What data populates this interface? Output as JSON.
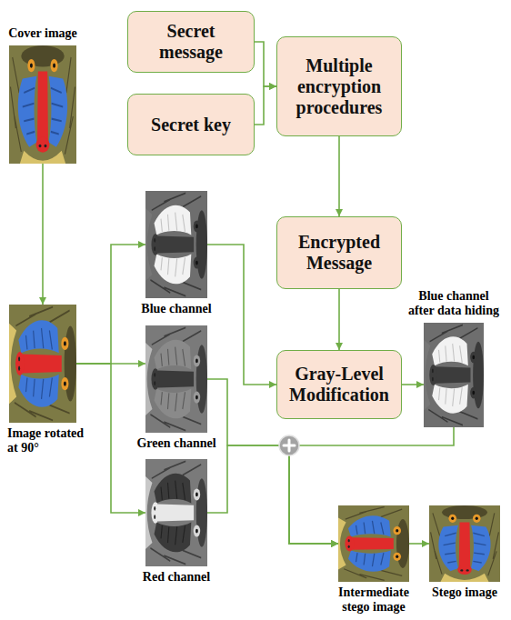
{
  "diagram": {
    "nodes": [
      {
        "text": [
          "Cover image"
        ]
      },
      {
        "text": [
          "Secret message"
        ]
      },
      {
        "text": [
          "Multiple encryption procedures"
        ]
      },
      {
        "text": [
          "Secret key"
        ]
      },
      {
        "text": [
          "Blue channel"
        ]
      },
      {
        "text": [
          "Encrypted Message"
        ]
      },
      {
        "text": [
          "Blue channel after data hiding"
        ]
      },
      {
        "text": [
          "Image rotated at 90°"
        ]
      },
      {
        "text": [
          "Gray-Level Modification"
        ]
      },
      {
        "text": [
          "Green channel"
        ]
      },
      {
        "text": [
          "Red channel"
        ]
      },
      {
        "text": [
          "Intermediate stego image"
        ]
      },
      {
        "text": [
          "Stego image"
        ]
      }
    ],
    "edges": [
      {
        "from": 0,
        "to": 7,
        "arrow": "to"
      },
      {
        "from": 1,
        "to": 2,
        "arrow": "to"
      },
      {
        "from": 3,
        "to": 2,
        "arrow": "to"
      },
      {
        "from": 2,
        "to": 5,
        "arrow": "to"
      },
      {
        "from": 5,
        "to": 8,
        "arrow": "to"
      },
      {
        "from": 7,
        "to": 4,
        "arrow": "to"
      },
      {
        "from": 7,
        "to": 9,
        "arrow": "to"
      },
      {
        "from": 7,
        "to": 10,
        "arrow": "to"
      },
      {
        "from": 4,
        "to": 8,
        "arrow": "to"
      },
      {
        "from": 8,
        "to": 6,
        "arrow": "to"
      },
      {
        "from": 9,
        "to": 11,
        "arrow": "to"
      },
      {
        "from": 10,
        "to": 11,
        "arrow": "to"
      },
      {
        "from": 6,
        "to": 11,
        "arrow": "to"
      },
      {
        "from": 11,
        "to": 12,
        "arrow": "to"
      }
    ]
  }
}
